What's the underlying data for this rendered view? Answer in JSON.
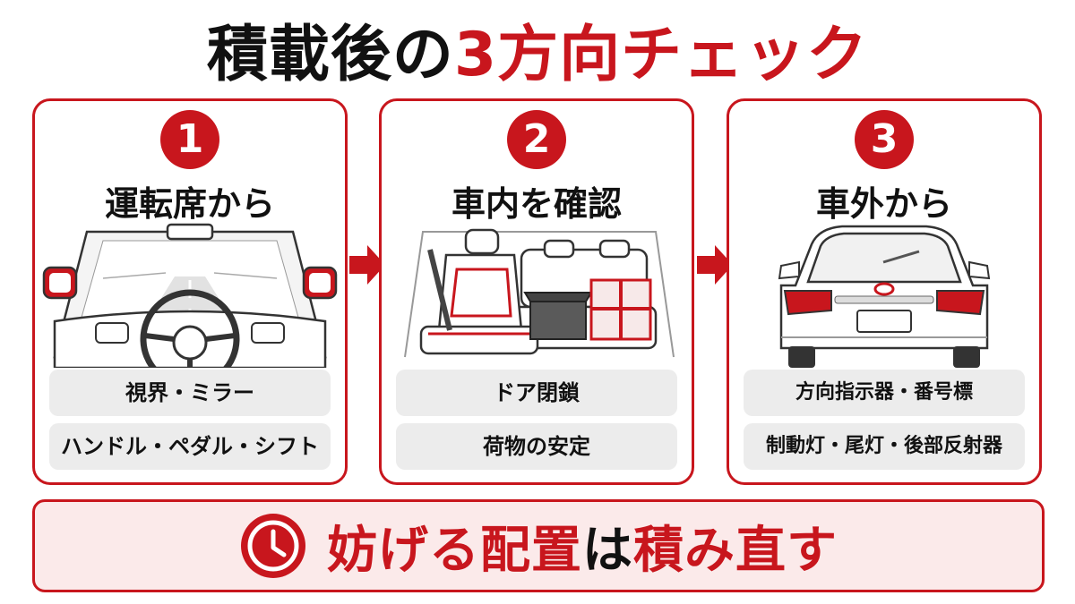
{
  "title": {
    "part1": "積載後の",
    "part2": "3方向チェック"
  },
  "panels": [
    {
      "num": "1",
      "title": "運転席から",
      "checks": [
        "視界・ミラー",
        "ハンドル・ペダル・シフト"
      ],
      "icon": "driver-view-icon"
    },
    {
      "num": "2",
      "title": "車内を確認",
      "checks": [
        "ドア閉鎖",
        "荷物の安定"
      ],
      "icon": "car-interior-icon"
    },
    {
      "num": "3",
      "title": "車外から",
      "checks": [
        "方向指示器・番号標",
        "制動灯・尾灯・後部反射器"
      ],
      "icon": "car-rear-icon"
    }
  ],
  "banner": {
    "part1": "妨げる配置",
    "part2": "は",
    "part3": "積み直す",
    "icon": "clock-icon"
  },
  "colors": {
    "accent": "#c8161d",
    "text": "#111111",
    "chip": "#ececec",
    "banner_bg": "#fbeaea"
  }
}
